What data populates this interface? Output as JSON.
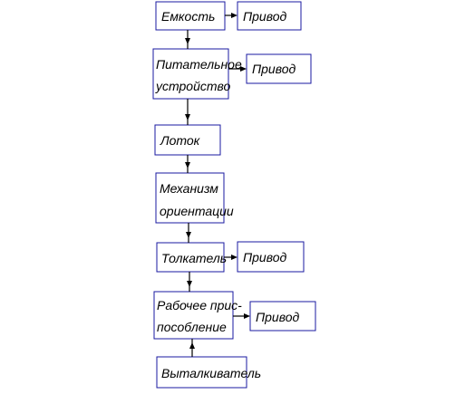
{
  "diagram": {
    "nodes": {
      "tank": {
        "lines": [
          "Емкость"
        ]
      },
      "tank_drive": {
        "lines": [
          "Привод"
        ]
      },
      "feeder": {
        "lines": [
          "Питательное",
          "устройство"
        ]
      },
      "feeder_drive": {
        "lines": [
          "Привод"
        ]
      },
      "tray": {
        "lines": [
          "Лоток"
        ]
      },
      "orienter": {
        "lines": [
          "Механизм",
          "ориентации"
        ]
      },
      "pusher": {
        "lines": [
          "Толкатель"
        ]
      },
      "pusher_drive": {
        "lines": [
          "Привод"
        ]
      },
      "fixture": {
        "lines": [
          "Рабочее прис-",
          "пособление"
        ]
      },
      "fixture_drive": {
        "lines": [
          "Привод"
        ]
      },
      "ejector": {
        "lines": [
          "Выталкиватель"
        ]
      }
    },
    "colors": {
      "box_border": "#1a1aa0",
      "arrow": "#000000",
      "text": "#000000"
    }
  }
}
